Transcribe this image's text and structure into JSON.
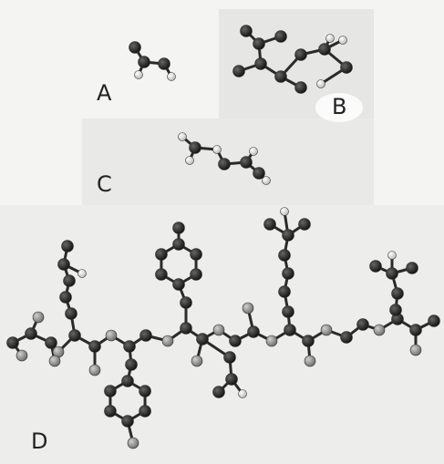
{
  "panels": {
    "a": {
      "label": "A"
    },
    "b": {
      "label": "B"
    },
    "c": {
      "label": "C"
    },
    "d": {
      "label": "D"
    }
  },
  "colors": {
    "carbon": "#1a1a1a",
    "oxygen": "#8a8a8a",
    "hydrogen": "#e6e6e6",
    "bond": "#2a2a2a",
    "background": "#f4f4f2",
    "panel_shade": "#e4e4e2"
  }
}
